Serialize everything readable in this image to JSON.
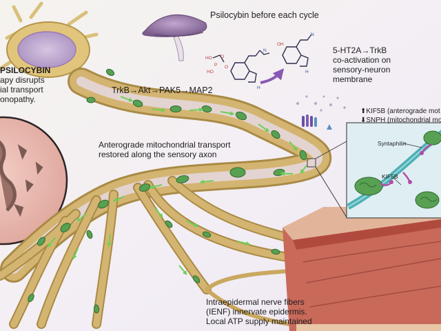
{
  "labels": {
    "top": "Psilocybin before each cycle",
    "left": [
      "PSILOCYBIN",
      "apy disrupts",
      "ial transport",
      "onopathy."
    ],
    "pathway": "TrkB→Akt→PAK5→MAP2",
    "activation": [
      "5-HT2A→TrkB",
      "co-activation on",
      "sensory-neuron",
      "membrane"
    ],
    "markers": [
      "⬆KIF5B (anterograde mot",
      "⬇SNPH (mitochondrial mo"
    ],
    "transport": [
      "Anterograde mitochondrial transport",
      "restored along the sensory axon"
    ],
    "ienf": [
      "Intraepidermal nerve fibers",
      "(IENF) innervate epidermis.",
      "Local ATP supply maintained"
    ]
  },
  "inset": {
    "syntaphilin": "Syntaphilin",
    "kif5b": "KIF5B"
  },
  "molecules": {
    "psilocybin_atoms": [
      "HO",
      "P",
      "O",
      "HO",
      "O",
      "N",
      "H"
    ],
    "psilocin_atoms": [
      "OH",
      "N",
      "H"
    ]
  },
  "colors": {
    "axon": "#d4b471",
    "axon_dark": "#a98a45",
    "mitochondria": "#58a052",
    "arrow": "#6fcf58",
    "microtubule": "#4fb0b4",
    "mushroom": "#9d7cac",
    "inset_bg": "#dfeef3"
  }
}
